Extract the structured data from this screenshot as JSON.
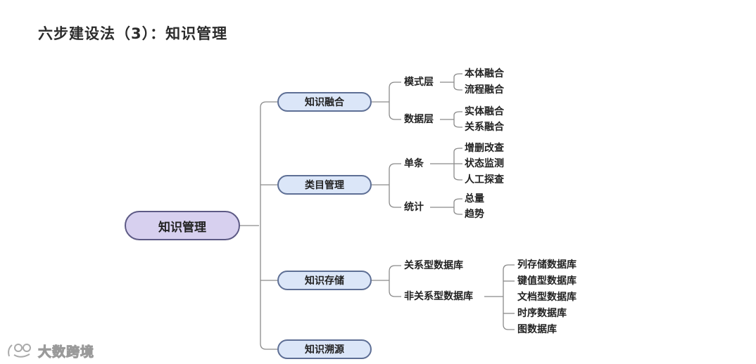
{
  "title": "六步建设法（3）：知识管理",
  "root": "知识管理",
  "branches": [
    {
      "label": "知识融合",
      "groups": [
        {
          "label": "模式层",
          "items": [
            "本体融合",
            "流程融合"
          ]
        },
        {
          "label": "数据层",
          "items": [
            "实体融合",
            "关系融合"
          ]
        }
      ]
    },
    {
      "label": "类目管理",
      "groups": [
        {
          "label": "单条",
          "items": [
            "增删改查",
            "状态监测",
            "人工探查"
          ]
        },
        {
          "label": "统计",
          "items": [
            "总量",
            "趋势"
          ]
        }
      ]
    },
    {
      "label": "知识存储",
      "groups": [
        {
          "label": "关系型数据库",
          "items": []
        },
        {
          "label": "非关系型数据库",
          "items": [
            "列存储数据库",
            "键值型数据库",
            "文档型数据库",
            "时序数据库",
            "图数据库"
          ]
        }
      ]
    },
    {
      "label": "知识溯源",
      "groups": []
    }
  ],
  "watermark": "大数跨境",
  "colors": {
    "root_fill": "#d7d0ef",
    "root_border": "#5d5a85",
    "branch_fill": "#dbe6f8",
    "branch_border": "#5e6f95",
    "connector": "#8a8a8a"
  }
}
